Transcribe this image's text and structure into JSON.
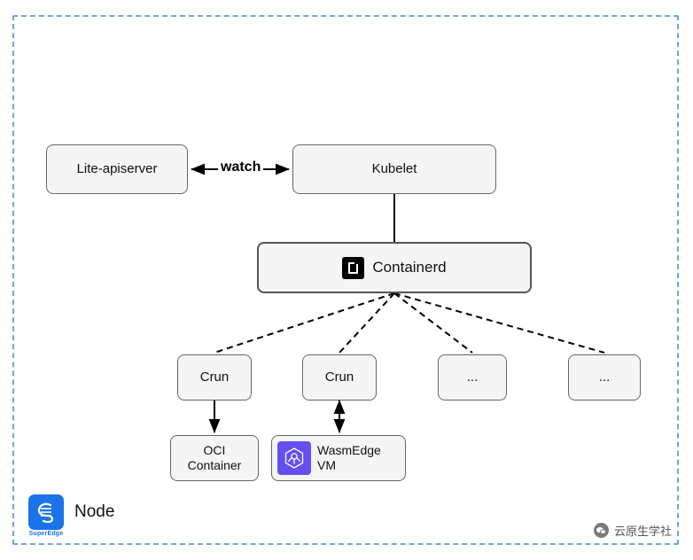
{
  "diagram": {
    "boundary_label": "Node",
    "nodes": {
      "lite_apiserver": "Lite-apiserver",
      "kubelet": "Kubelet",
      "containerd": "Containerd",
      "crun1": "Crun",
      "crun2": "Crun",
      "dots1": "...",
      "dots2": "...",
      "oci_container_line1": "OCI",
      "oci_container_line2": "Container",
      "wasmedge_line1": "WasmEdge",
      "wasmedge_line2": "VM"
    },
    "edges": {
      "watch_label": "watch"
    },
    "icons": {
      "containerd": "containerd-logo-icon",
      "wasmedge": "wasmedge-logo-icon",
      "superedge": "superedge-logo-icon",
      "wechat": "wechat-icon"
    }
  },
  "branding": {
    "superedge_text": "SuperEdge",
    "wechat_account": "云原生学社"
  },
  "colors": {
    "boundary": "#6fa8dc",
    "box_fill": "#f5f5f5",
    "box_border": "#666666",
    "wasm_purple": "#654ff0",
    "superedge_blue": "#1a73e8"
  }
}
